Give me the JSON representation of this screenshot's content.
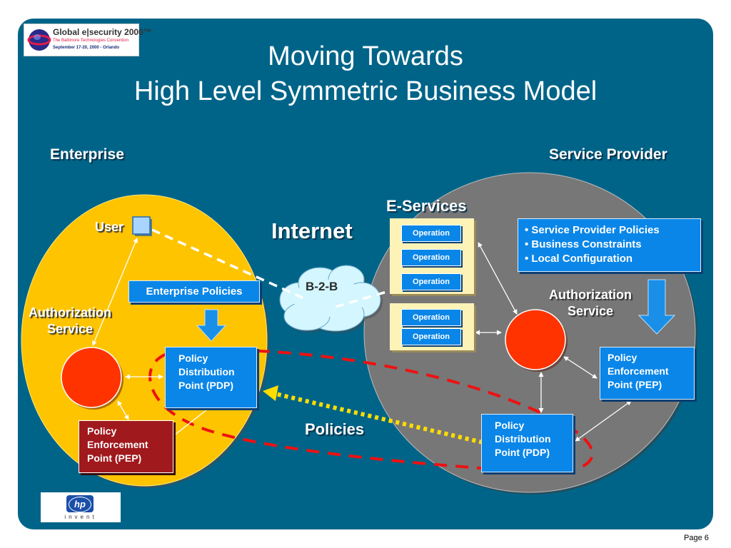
{
  "title": {
    "line1": "Moving Towards",
    "line2": "High Level Symmetric Business Model"
  },
  "logo": {
    "name": "Global e|security 2000™",
    "subtitle": "The Baltimore Technologies Convention",
    "dates": "September 17-20, 2000 - Orlando"
  },
  "enterprise": {
    "label": "Enterprise",
    "user": "User",
    "auth_service": [
      "Authorization",
      "Service"
    ],
    "policies_box": "Enterprise Policies",
    "pdp": [
      "Policy",
      "Distribution",
      "Point (PDP)"
    ],
    "pep": [
      "Policy",
      "Enforcement",
      "Point (PEP)"
    ]
  },
  "internet": {
    "label": "Internet",
    "cloud": "B-2-B",
    "policies": "Policies"
  },
  "provider": {
    "label": "Service Provider",
    "eservices": "E-Services",
    "operations": [
      "Operation",
      "Operation",
      "Operation",
      "Operation",
      "Operation"
    ],
    "policy_list": [
      "• Service Provider Policies",
      "• Business Constraints",
      "• Local Configuration"
    ],
    "auth_service": [
      "Authorization",
      "Service"
    ],
    "pep": [
      "Policy",
      "Enforcement",
      "Point (PEP)"
    ],
    "pdp": [
      "Policy",
      "Distribution",
      "Point (PDP)"
    ]
  },
  "hp_logo": {
    "mark": "hp",
    "tagline": "invent"
  },
  "footer": {
    "page": "Page 6"
  },
  "colors": {
    "background": "#006488",
    "enterprise_fill": "#ffc400",
    "provider_fill": "#777777",
    "box_blue": "#0a86e8",
    "pep_red": "#a0191d",
    "auth_circle": "#ff3300",
    "dashed_red": "#ee1111",
    "dotted_yellow": "#ffdd00"
  }
}
